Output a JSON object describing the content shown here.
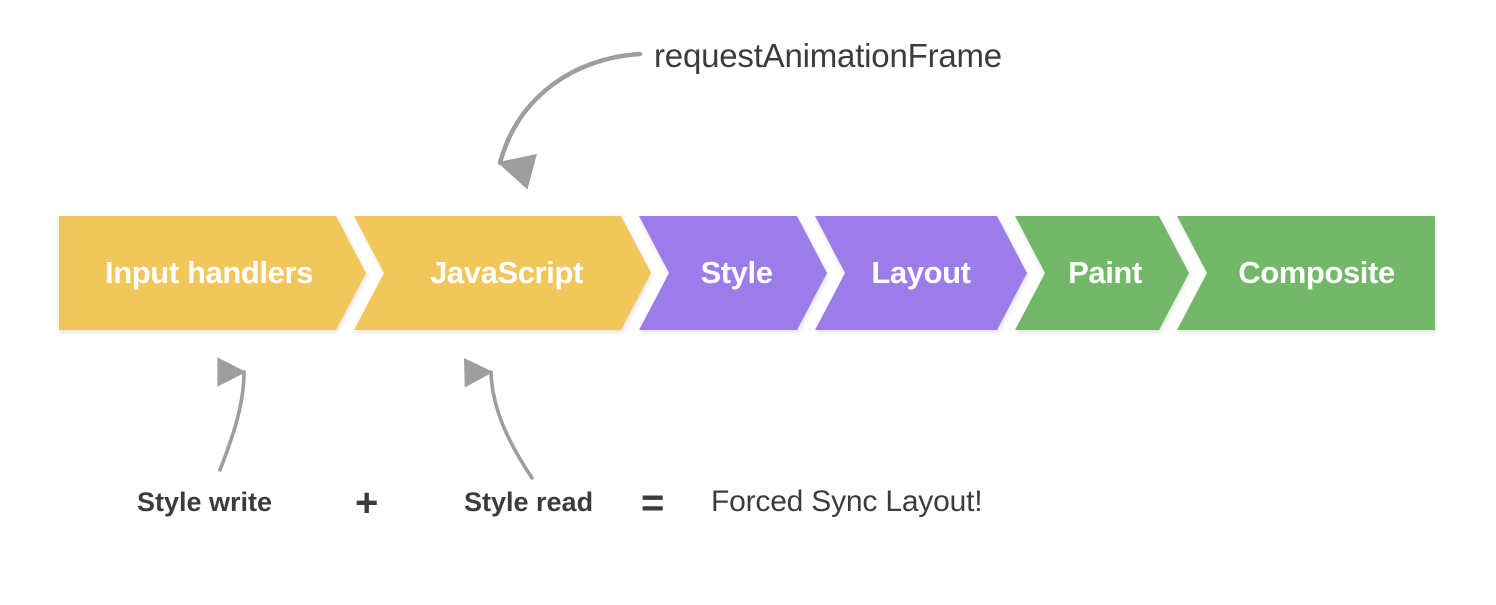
{
  "diagram": {
    "title": "Browser rendering pipeline with forced synchronous layout annotation",
    "background_color": "#ffffff",
    "callout": {
      "label": "requestAnimationFrame",
      "text_color": "#3c3c3c",
      "arrow_color": "#9e9e9e",
      "arrow_points_to": "JavaScript"
    },
    "pipeline": {
      "colors": {
        "yellow": "#f1c75c",
        "purple": "#9b7ce8",
        "green": "#72b867",
        "label_color": "#ffffff",
        "gap_color": "#ffffff"
      },
      "stages": [
        {
          "label": "Input handlers",
          "color_name": "yellow",
          "color": "#f1c75c"
        },
        {
          "label": "JavaScript",
          "color_name": "yellow",
          "color": "#f1c75c"
        },
        {
          "label": "Style",
          "color_name": "purple",
          "color": "#9b7ce8"
        },
        {
          "label": "Layout",
          "color_name": "purple",
          "color": "#9b7ce8"
        },
        {
          "label": "Paint",
          "color_name": "green",
          "color": "#72b867"
        },
        {
          "label": "Composite",
          "color_name": "green",
          "color": "#72b867"
        }
      ]
    },
    "equation": {
      "term_1": "Style write",
      "operator_1": "+",
      "term_2": "Style read",
      "operator_2": "=",
      "result": "Forced Sync Layout!",
      "text_color": "#3c3c3c",
      "arrow_color": "#9e9e9e",
      "term_1_points_to": "Input handlers",
      "term_2_points_to": "JavaScript"
    }
  }
}
